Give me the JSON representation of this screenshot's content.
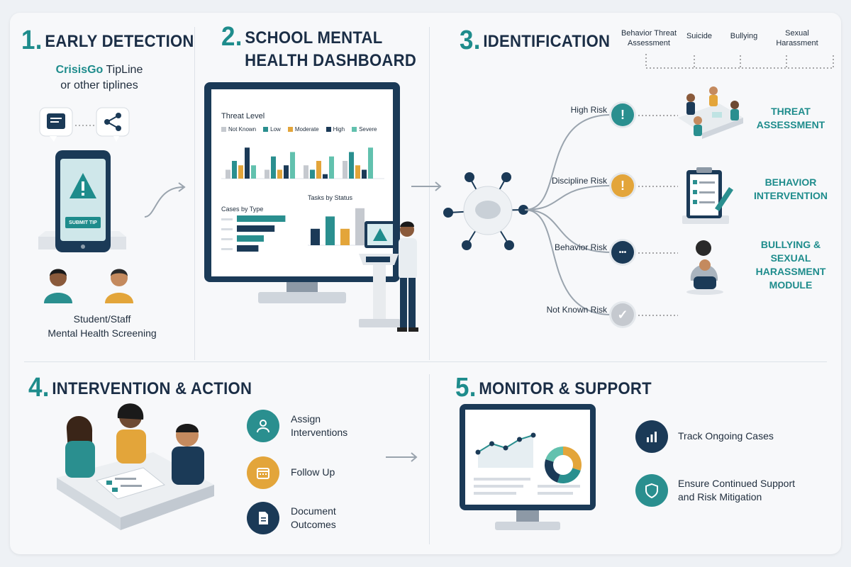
{
  "sections": {
    "s1": {
      "num": "1.",
      "title": "EARLY DETECTION",
      "tipline_brand": "CrisisGo",
      "tipline_rest": " TipLine",
      "tipline_line2": "or other tiplines",
      "submit_tip": "SUBMIT TIP",
      "screening_line1": "Student/Staff",
      "screening_line2": "Mental Health Screening"
    },
    "s2": {
      "num": "2.",
      "title_line1": "SCHOOL MENTAL",
      "title_line2": "HEALTH DASHBOARD"
    },
    "s3": {
      "num": "3.",
      "title": "IDENTIFICATION"
    },
    "s4": {
      "num": "4.",
      "title": "INTERVENTION & ACTION"
    },
    "s5": {
      "num": "5.",
      "title": "MONITOR & SUPPORT"
    }
  },
  "dashboard": {
    "threat_level_label": "Threat Level",
    "legend": [
      {
        "label": "Not Known",
        "color": "#c5c9cf"
      },
      {
        "label": "Low",
        "color": "#2a8f8f"
      },
      {
        "label": "Moderate",
        "color": "#e3a53a"
      },
      {
        "label": "High",
        "color": "#1b3a57"
      },
      {
        "label": "Severe",
        "color": "#62c1ae"
      }
    ],
    "cases_by_type_label": "Cases by Type",
    "tasks_by_status_label": "Tasks by Status"
  },
  "chart_data": [
    {
      "type": "bar",
      "title": "Threat Level",
      "series": [
        {
          "name": "Not Known",
          "values": [
            2,
            2,
            3,
            4
          ]
        },
        {
          "name": "Low",
          "values": [
            4,
            5,
            2,
            6
          ]
        },
        {
          "name": "Moderate",
          "values": [
            3,
            2,
            4,
            3
          ]
        },
        {
          "name": "High",
          "values": [
            7,
            3,
            1,
            2
          ]
        },
        {
          "name": "Severe",
          "values": [
            3,
            6,
            5,
            7
          ]
        }
      ]
    },
    {
      "type": "bar",
      "title": "Cases by Type",
      "orientation": "horizontal",
      "values": [
        9,
        7,
        5,
        4
      ]
    },
    {
      "type": "bar",
      "title": "Tasks by Status",
      "values": [
        4,
        7,
        4,
        9
      ]
    },
    {
      "type": "line",
      "values": [
        3,
        5,
        4,
        6,
        7
      ]
    },
    {
      "type": "pie",
      "values": [
        30,
        25,
        25,
        20
      ]
    }
  ],
  "identification": {
    "categories": [
      "Behavior Threat\nAssessment",
      "Suicide",
      "Bullying",
      "Sexual\nHarassment"
    ],
    "risks": [
      {
        "label": "High Risk",
        "color": "#2a8f8f",
        "icon": "exclamation-icon",
        "glyph": "!",
        "outcome": "THREAT\nASSESSMENT"
      },
      {
        "label": "Discipline Risk",
        "color": "#e3a53a",
        "icon": "exclamation-icon",
        "glyph": "!",
        "outcome": "BEHAVIOR\nINTERVENTION"
      },
      {
        "label": "Behavior Risk",
        "color": "#1b3a57",
        "icon": "ellipsis-icon",
        "glyph": "•••",
        "outcome": "BULLYING &\nSEXUAL\nHARASSMENT\nMODULE"
      },
      {
        "label": "Not Known Risk",
        "color": "#c5c9cf",
        "icon": "check-icon",
        "glyph": "✓",
        "outcome": ""
      }
    ]
  },
  "actions": [
    {
      "line1": "Assign",
      "line2": "Interventions",
      "color": "#2a8f8f",
      "icon": "person-icon"
    },
    {
      "line1": "Follow Up",
      "line2": "",
      "color": "#e3a53a",
      "icon": "calendar-icon"
    },
    {
      "line1": "Document",
      "line2": "Outcomes",
      "color": "#1b3a57",
      "icon": "document-icon"
    }
  ],
  "monitor": [
    {
      "line1": "Track Ongoing Cases",
      "line2": "",
      "color": "#1b3a57",
      "icon": "bar-chart-icon"
    },
    {
      "line1": "Ensure Continued Support",
      "line2": "and Risk Mitigation",
      "color": "#2a8f8f",
      "icon": "shield-icon"
    }
  ]
}
